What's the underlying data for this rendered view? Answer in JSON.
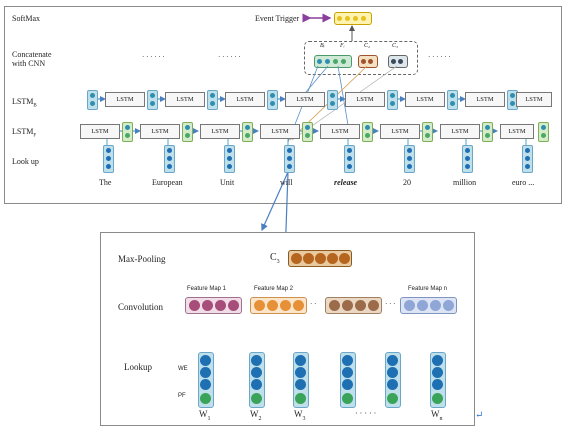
{
  "top": {
    "row_labels": {
      "softmax": "SoftMax",
      "concat_line1": "Concatenate",
      "concat_line2": "with CNN",
      "lstm_b": "LSTM",
      "lstm_b_sub": "B",
      "lstm_f": "LSTM",
      "lstm_f_sub": "F",
      "lookup": "Look up"
    },
    "event_trigger": "Event Trigger",
    "ellipsis": "· · · · · ·",
    "lstm_cell_label": "LSTM",
    "concat_labels": [
      "Bᵢ",
      "Fᵢ",
      "C₂",
      "C₃"
    ],
    "words": [
      "The",
      "European",
      "Unit",
      "will",
      "release",
      "20",
      "million",
      "euro ..."
    ]
  },
  "bottom": {
    "max_pooling": "Max-Pooling",
    "c3": "C",
    "c3_sub": "3",
    "convolution": "Convolution",
    "lookup": "Lookup",
    "we": "WE",
    "pf": "PF",
    "feature_maps": [
      "Feature Map 1",
      "Feature Map 2",
      "Feature Map n"
    ],
    "words": [
      {
        "w": "W",
        "sub": "1"
      },
      {
        "w": "W",
        "sub": "2"
      },
      {
        "w": "W",
        "sub": "3"
      },
      {
        "w": "· · · · ·",
        "sub": ""
      },
      {
        "w": "W",
        "sub": "n"
      }
    ],
    "return_mark": "↵"
  },
  "colors": {
    "teal_vec": "#bfe0ea",
    "blue_dot": "#1f6fb3",
    "green_dot": "#3aa35a",
    "brown": "#b5651d",
    "purple": "#8a3f9e",
    "arrow_blue": "#4a7fc1"
  }
}
